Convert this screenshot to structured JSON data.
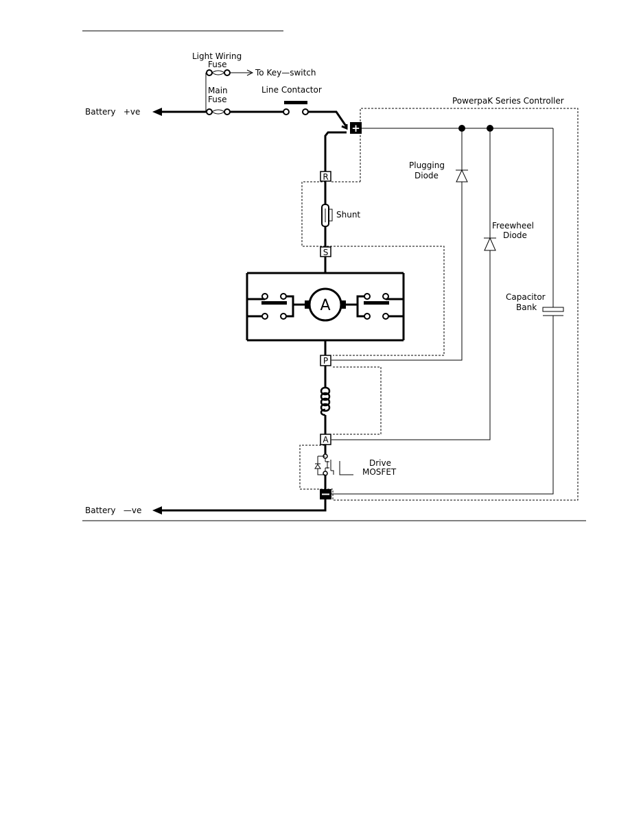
{
  "diagram": {
    "labels": {
      "light_wiring_fuse_line1": "Light Wiring",
      "light_wiring_fuse_line2": "Fuse",
      "to_key_switch": "To Key—switch",
      "main_fuse_line1": "Main",
      "main_fuse_line2": "Fuse",
      "line_contactor": "Line Contactor",
      "controller": "PowerpaK Series Controller",
      "battery_positive": "Battery   +ve",
      "battery_negative": "Battery   —ve",
      "plugging_diode_line1": "Plugging",
      "plugging_diode_line2": "Diode",
      "freewheel_diode_line1": "Freewheel",
      "freewheel_diode_line2": "Diode",
      "shunt": "Shunt",
      "capacitor_bank_line1": "Capacitor",
      "capacitor_bank_line2": "Bank",
      "drive_mosfet_line1": "Drive",
      "drive_mosfet_line2": "MOSFET",
      "motor_armature": "A"
    },
    "terminals": {
      "positive": "+",
      "r": "R",
      "s": "S",
      "p": "P",
      "a": "A",
      "negative": "—"
    }
  }
}
